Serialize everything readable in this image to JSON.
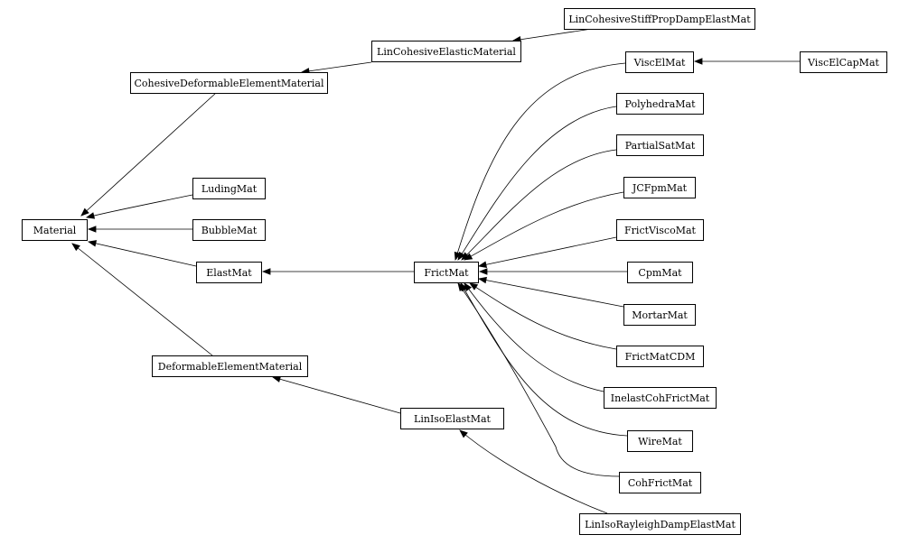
{
  "diagram": {
    "type": "class-inheritance-graph",
    "nodes": [
      {
        "id": "Material",
        "label": "Material"
      },
      {
        "id": "CohesiveDeformableElementMaterial",
        "label": "CohesiveDeformableElementMaterial"
      },
      {
        "id": "LinCohesiveElasticMaterial",
        "label": "LinCohesiveElasticMaterial"
      },
      {
        "id": "LinCohesiveStiffPropDampElastMat",
        "label": "LinCohesiveStiffPropDampElastMat"
      },
      {
        "id": "LudingMat",
        "label": "LudingMat"
      },
      {
        "id": "BubbleMat",
        "label": "BubbleMat"
      },
      {
        "id": "ElastMat",
        "label": "ElastMat"
      },
      {
        "id": "DeformableElementMaterial",
        "label": "DeformableElementMaterial"
      },
      {
        "id": "LinIsoElastMat",
        "label": "LinIsoElastMat"
      },
      {
        "id": "LinIsoRayleighDampElastMat",
        "label": "LinIsoRayleighDampElastMat"
      },
      {
        "id": "FrictMat",
        "label": "FrictMat"
      },
      {
        "id": "ViscElMat",
        "label": "ViscElMat"
      },
      {
        "id": "ViscElCapMat",
        "label": "ViscElCapMat"
      },
      {
        "id": "PolyhedraMat",
        "label": "PolyhedraMat"
      },
      {
        "id": "PartialSatMat",
        "label": "PartialSatMat"
      },
      {
        "id": "JCFpmMat",
        "label": "JCFpmMat"
      },
      {
        "id": "FrictViscoMat",
        "label": "FrictViscoMat"
      },
      {
        "id": "CpmMat",
        "label": "CpmMat"
      },
      {
        "id": "MortarMat",
        "label": "MortarMat"
      },
      {
        "id": "FrictMatCDM",
        "label": "FrictMatCDM"
      },
      {
        "id": "InelastCohFrictMat",
        "label": "InelastCohFrictMat"
      },
      {
        "id": "WireMat",
        "label": "WireMat"
      },
      {
        "id": "CohFrictMat",
        "label": "CohFrictMat"
      }
    ],
    "edges": [
      {
        "from": "CohesiveDeformableElementMaterial",
        "to": "Material"
      },
      {
        "from": "LinCohesiveElasticMaterial",
        "to": "CohesiveDeformableElementMaterial"
      },
      {
        "from": "LinCohesiveStiffPropDampElastMat",
        "to": "LinCohesiveElasticMaterial"
      },
      {
        "from": "LudingMat",
        "to": "Material"
      },
      {
        "from": "BubbleMat",
        "to": "Material"
      },
      {
        "from": "ElastMat",
        "to": "Material"
      },
      {
        "from": "DeformableElementMaterial",
        "to": "Material"
      },
      {
        "from": "LinIsoElastMat",
        "to": "DeformableElementMaterial"
      },
      {
        "from": "LinIsoRayleighDampElastMat",
        "to": "LinIsoElastMat"
      },
      {
        "from": "FrictMat",
        "to": "ElastMat"
      },
      {
        "from": "ViscElCapMat",
        "to": "ViscElMat"
      },
      {
        "from": "ViscElMat",
        "to": "FrictMat"
      },
      {
        "from": "PolyhedraMat",
        "to": "FrictMat"
      },
      {
        "from": "PartialSatMat",
        "to": "FrictMat"
      },
      {
        "from": "JCFpmMat",
        "to": "FrictMat"
      },
      {
        "from": "FrictViscoMat",
        "to": "FrictMat"
      },
      {
        "from": "CpmMat",
        "to": "FrictMat"
      },
      {
        "from": "MortarMat",
        "to": "FrictMat"
      },
      {
        "from": "FrictMatCDM",
        "to": "FrictMat"
      },
      {
        "from": "InelastCohFrictMat",
        "to": "FrictMat"
      },
      {
        "from": "WireMat",
        "to": "FrictMat"
      },
      {
        "from": "CohFrictMat",
        "to": "FrictMat"
      }
    ]
  }
}
